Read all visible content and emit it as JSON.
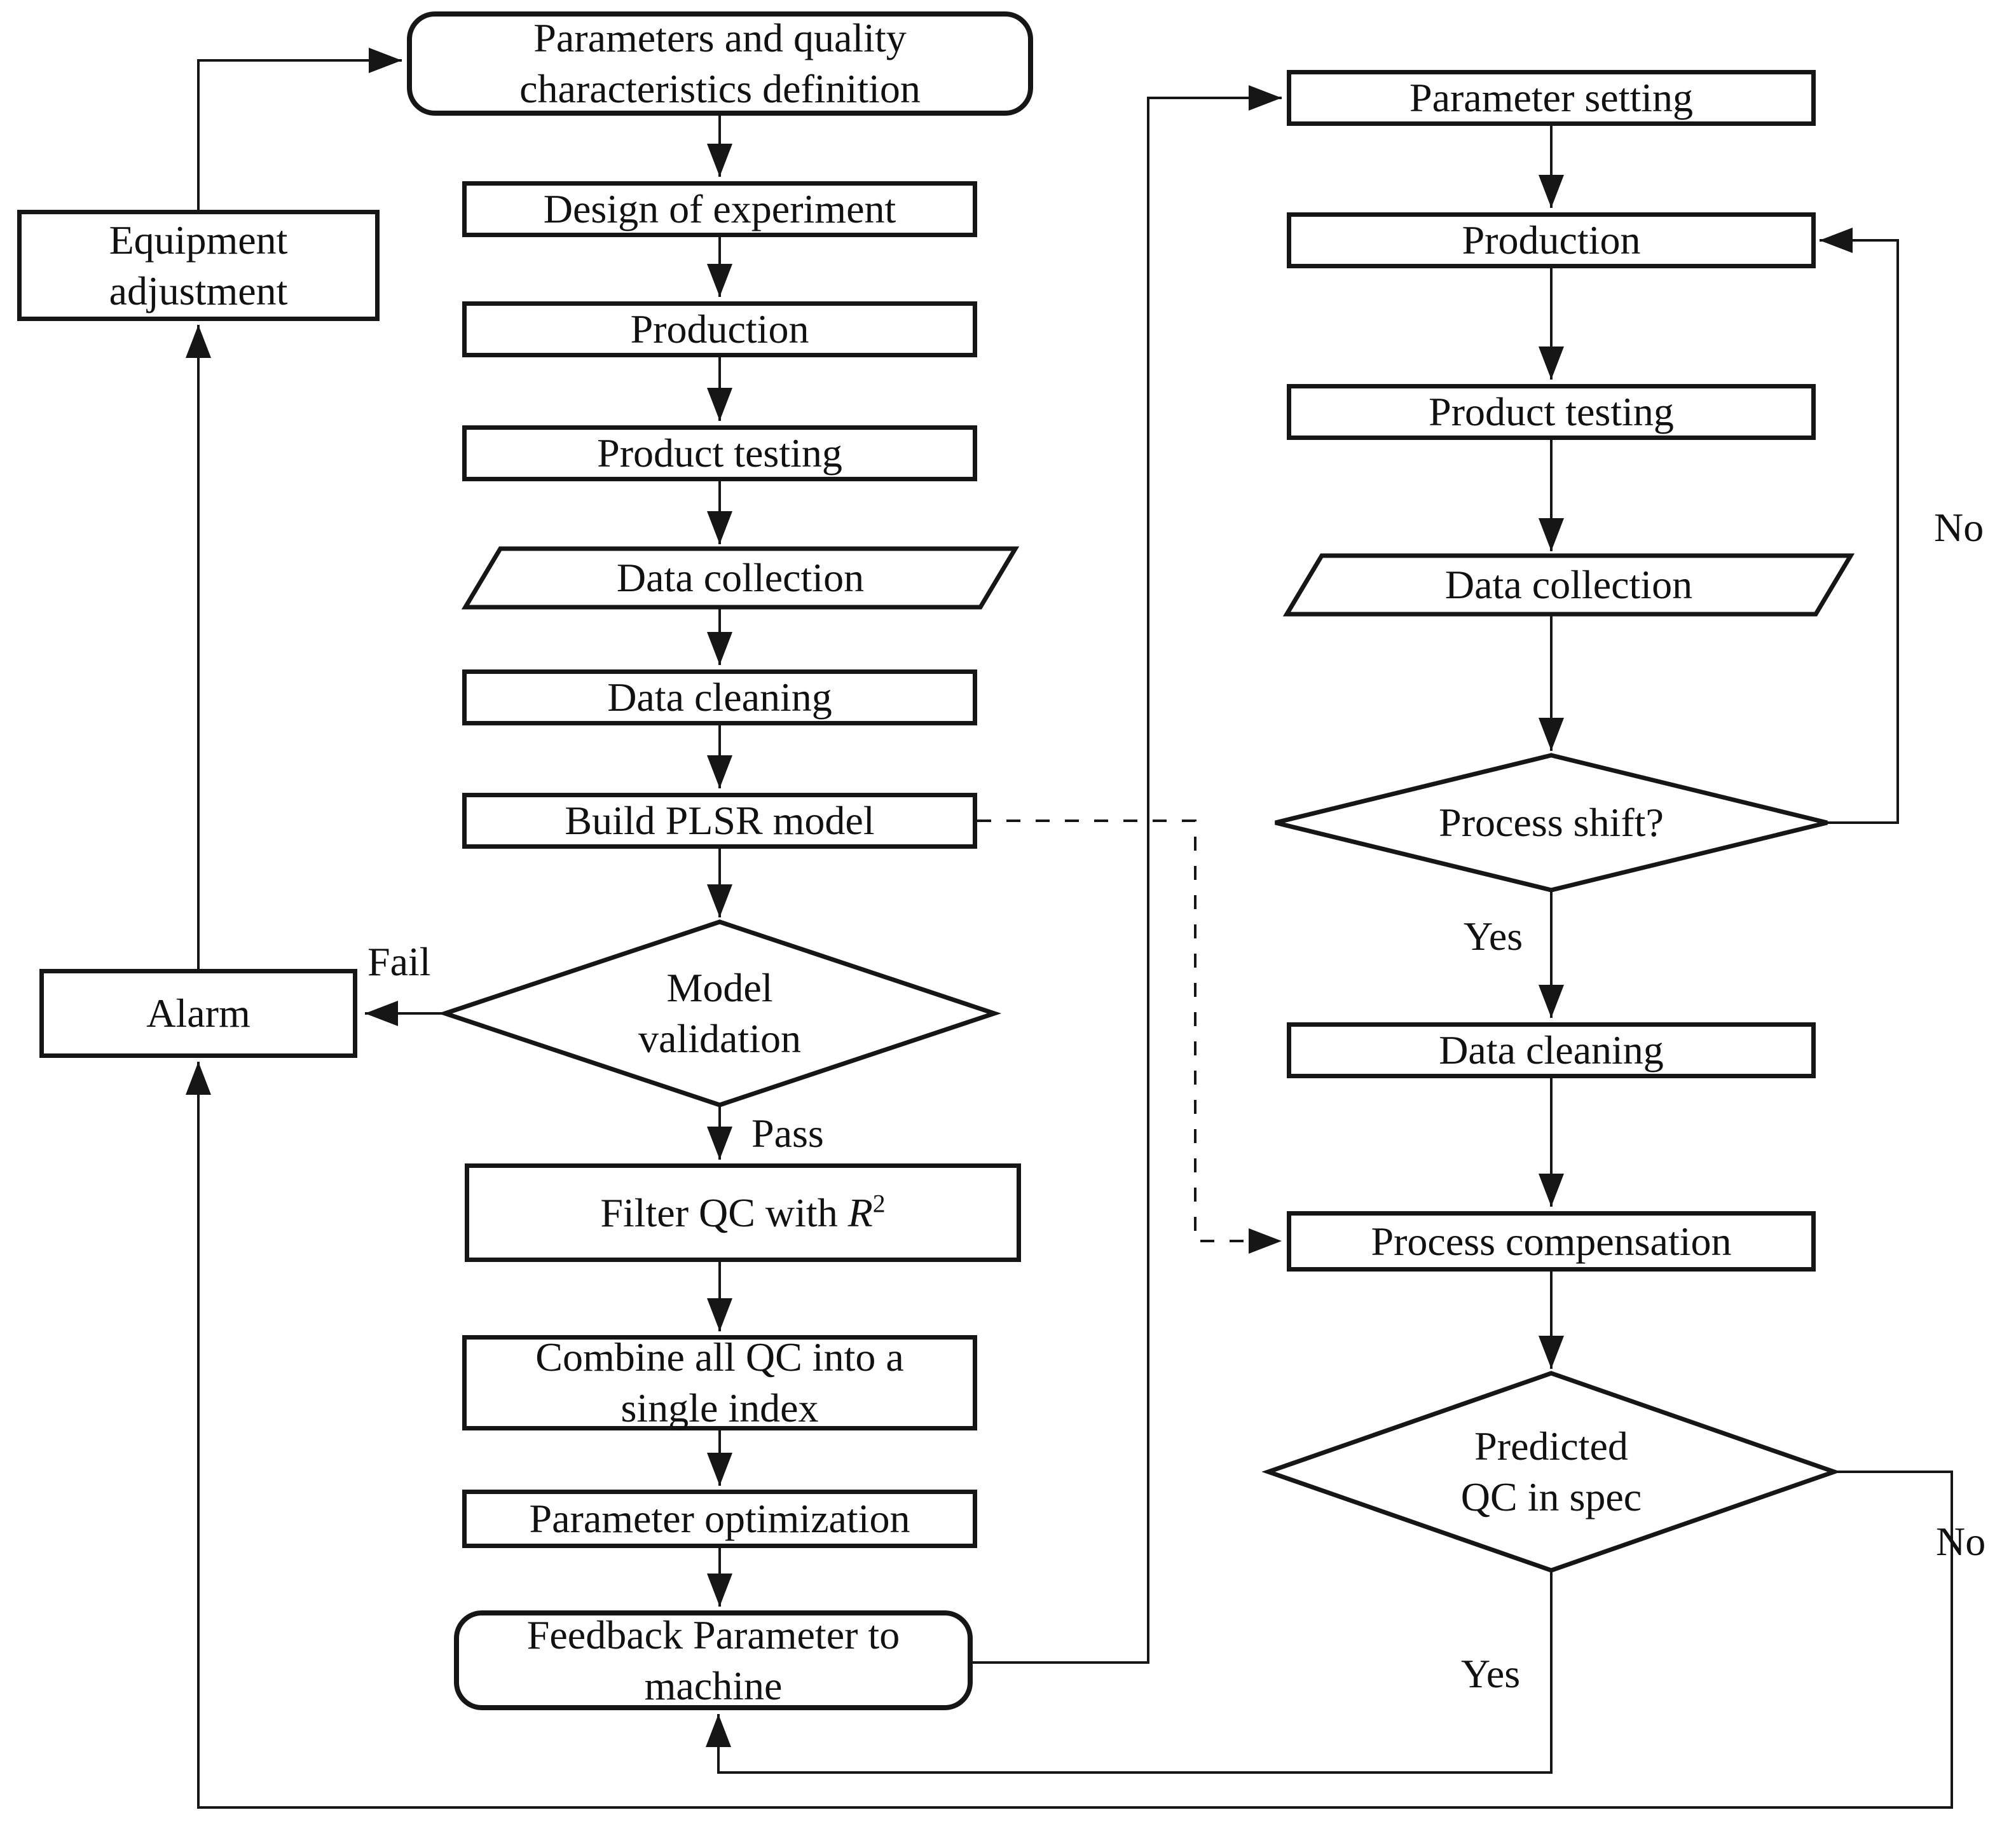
{
  "figure": {
    "nodes": {
      "parameters_definition": {
        "lines": [
          "Parameters and quality",
          "characteristics definition"
        ]
      },
      "equipment_adjustment": {
        "lines": [
          "Equipment",
          "adjustment"
        ]
      },
      "design_of_experiment": {
        "lines": [
          "Design of experiment"
        ]
      },
      "production_left": {
        "lines": [
          "Production"
        ]
      },
      "product_testing_left": {
        "lines": [
          "Product testing"
        ]
      },
      "data_collection_left": {
        "lines": [
          "Data collection"
        ]
      },
      "data_cleaning_left": {
        "lines": [
          "Data cleaning"
        ]
      },
      "build_plsr_model": {
        "lines": [
          "Build PLSR model"
        ]
      },
      "model_validation": {
        "lines": [
          "Model",
          "validation"
        ]
      },
      "alarm": {
        "lines": [
          "Alarm"
        ]
      },
      "filter_qc": {
        "prefix": "Filter QC with",
        "symbol": "R",
        "superscript": "2"
      },
      "combine_qc": {
        "lines": [
          "Combine all QC into a",
          "single index"
        ]
      },
      "parameter_optimization": {
        "lines": [
          "Parameter optimization"
        ]
      },
      "feedback_parameter": {
        "lines": [
          "Feedback Parameter to",
          "machine"
        ]
      },
      "parameter_setting": {
        "lines": [
          "Parameter setting"
        ]
      },
      "production_right": {
        "lines": [
          "Production"
        ]
      },
      "product_testing_right": {
        "lines": [
          "Product testing"
        ]
      },
      "data_collection_right": {
        "lines": [
          "Data collection"
        ]
      },
      "process_shift": {
        "lines": [
          "Process shift?"
        ]
      },
      "data_cleaning_right": {
        "lines": [
          "Data cleaning"
        ]
      },
      "process_compensation": {
        "lines": [
          "Process compensation"
        ]
      },
      "predicted_qc_in_spec": {
        "lines": [
          "Predicted",
          "QC in spec"
        ]
      }
    },
    "edge_labels": {
      "model_fail": "Fail",
      "model_pass": "Pass",
      "shift_no": "No",
      "shift_yes": "Yes",
      "spec_no": "No",
      "spec_yes": "Yes"
    },
    "colors": {
      "stroke": "#161616",
      "background": "#ffffff"
    }
  }
}
